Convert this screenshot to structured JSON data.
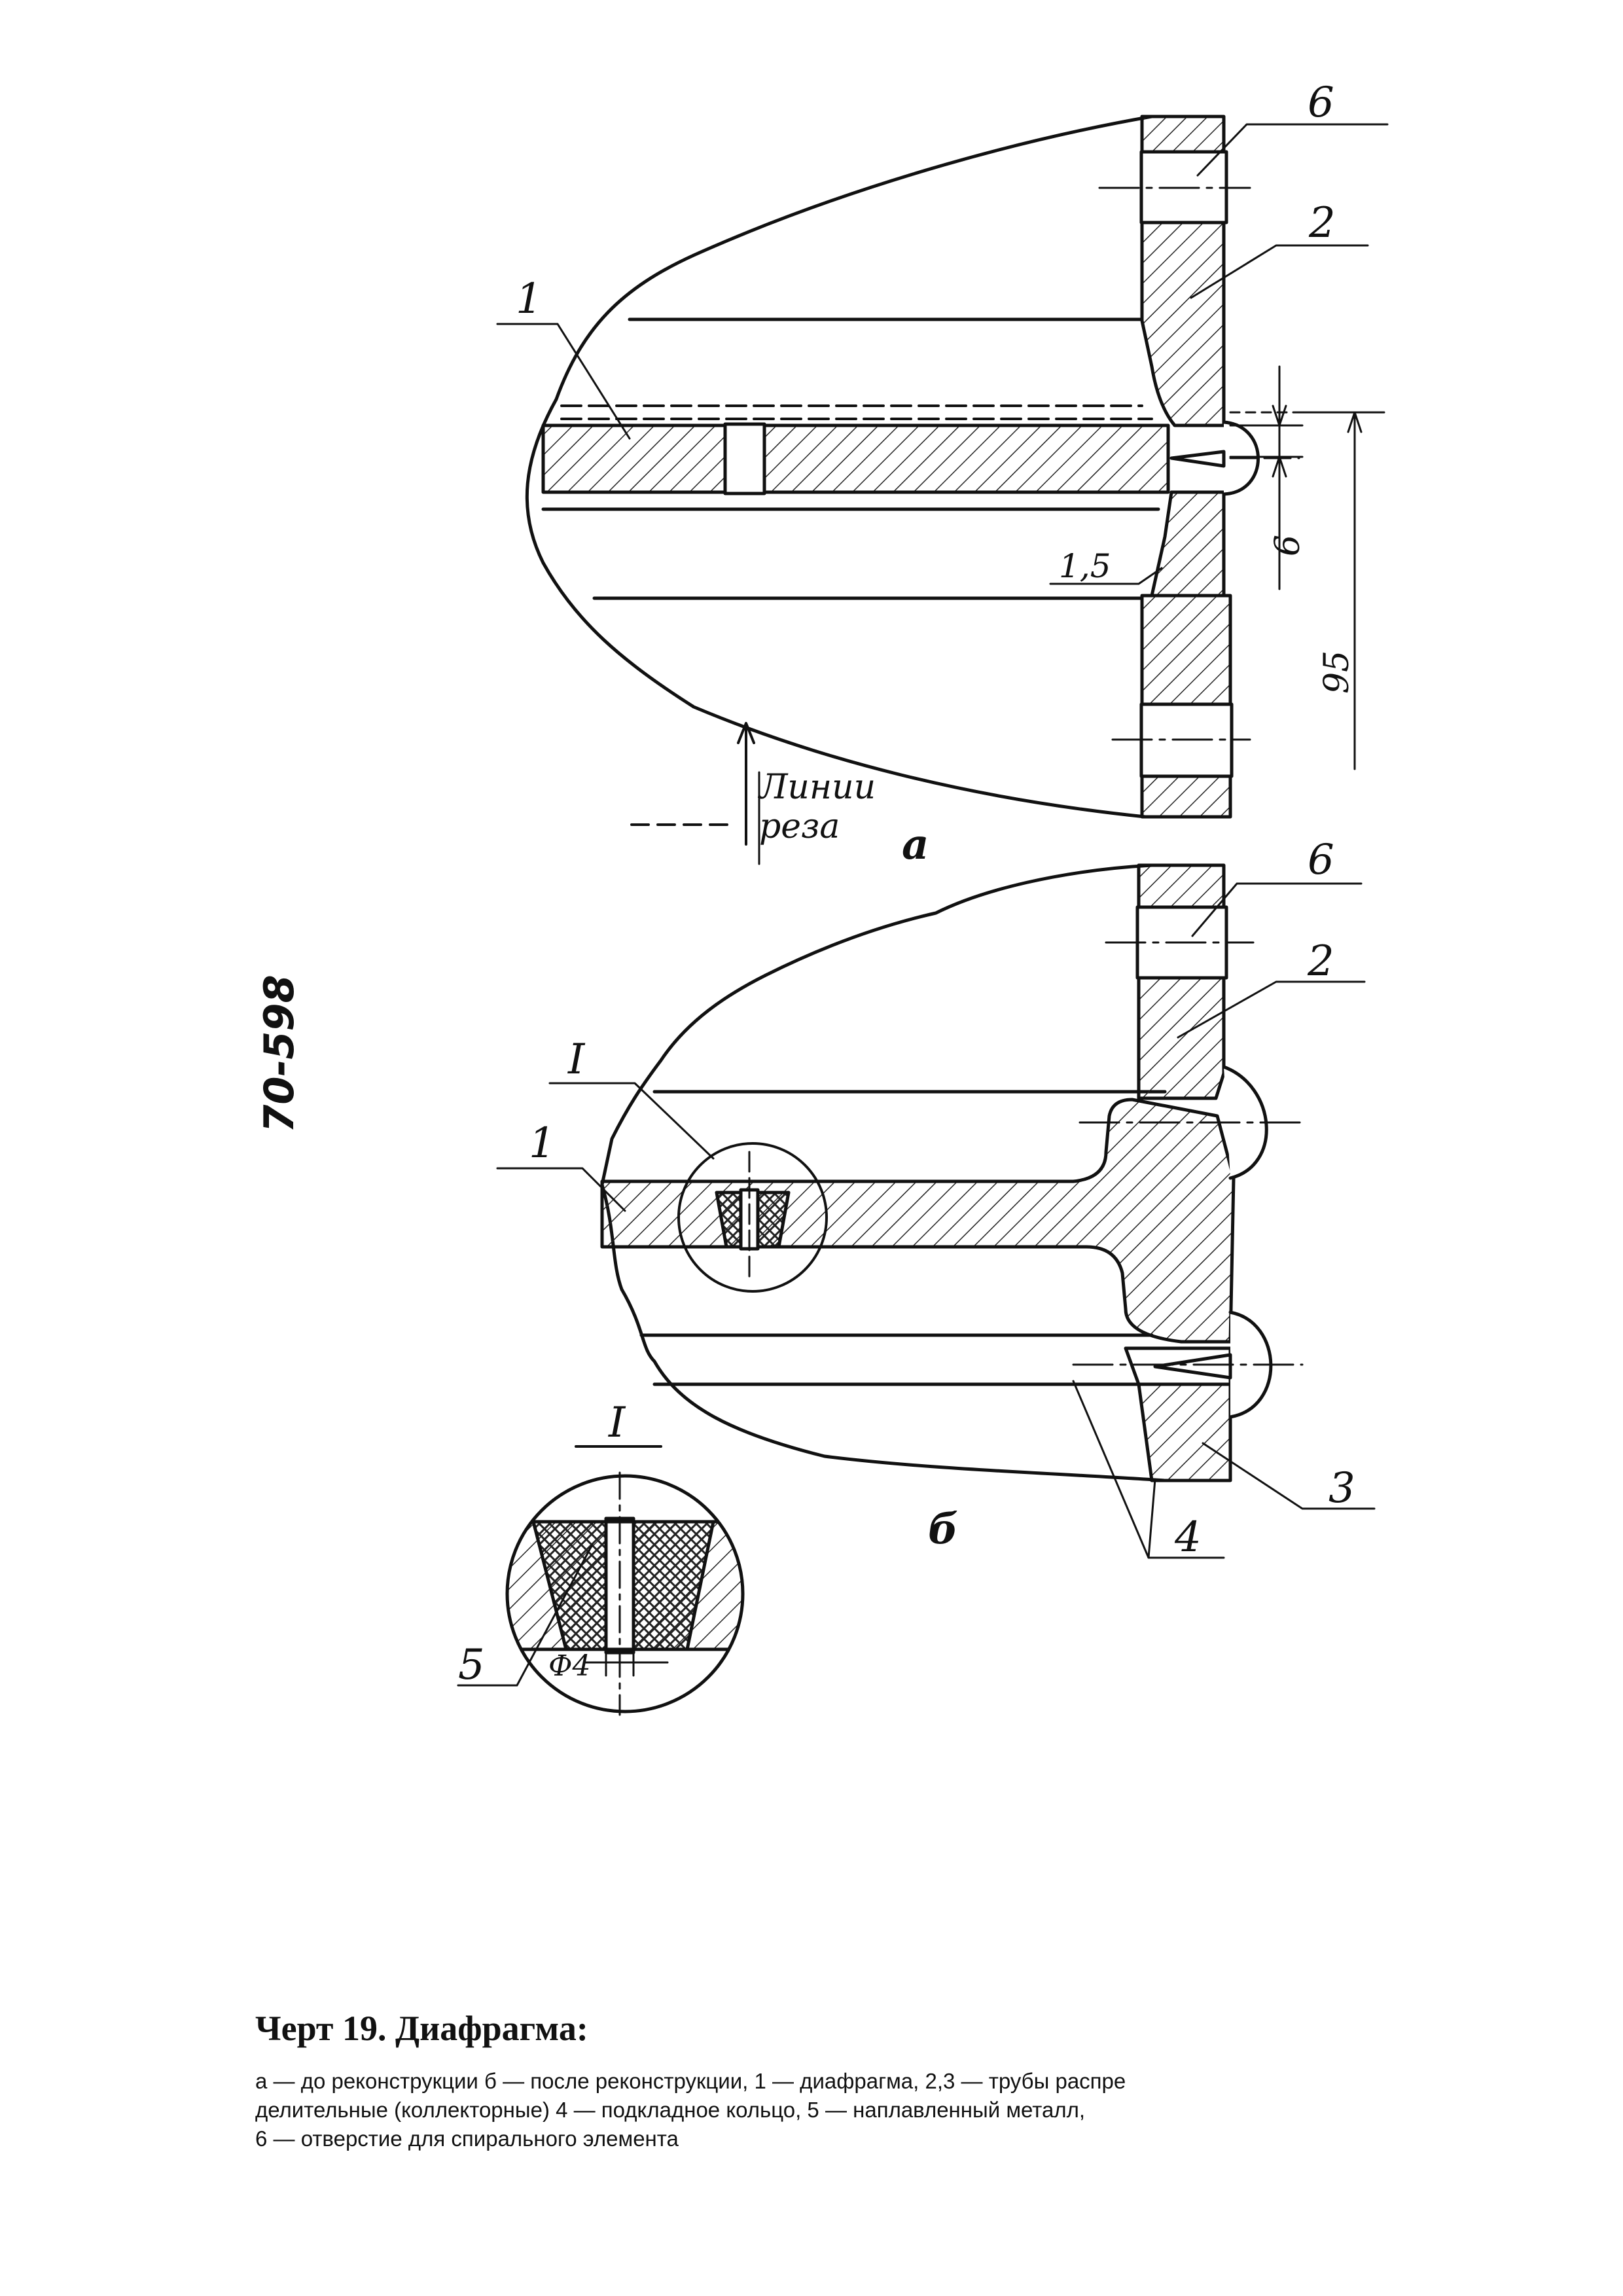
{
  "stamp": "70-598",
  "view_a": {
    "label": "а",
    "callouts": [
      "6",
      "2",
      "1"
    ],
    "dims": [
      "1,5",
      "6",
      "95"
    ],
    "cut_line_label": [
      "Линии",
      "реза"
    ]
  },
  "view_b": {
    "label": "б",
    "callouts": [
      "6",
      "2",
      "I",
      "1",
      "3",
      "4"
    ]
  },
  "detail": {
    "label": "I",
    "callout": "5",
    "diameter": "Ф4"
  },
  "caption": {
    "title": "Черт  19. Диафрагма:",
    "legend_lines": [
      "а — до реконструкции  б — после реконструкции,  1 — диафрагма,  2,3 — трубы распре",
      "делительные  (коллекторные)   4  —  подкладное  кольцо,  5  —  наплавленный  металл,",
      "6 — отверстие для спирального элемента"
    ]
  }
}
